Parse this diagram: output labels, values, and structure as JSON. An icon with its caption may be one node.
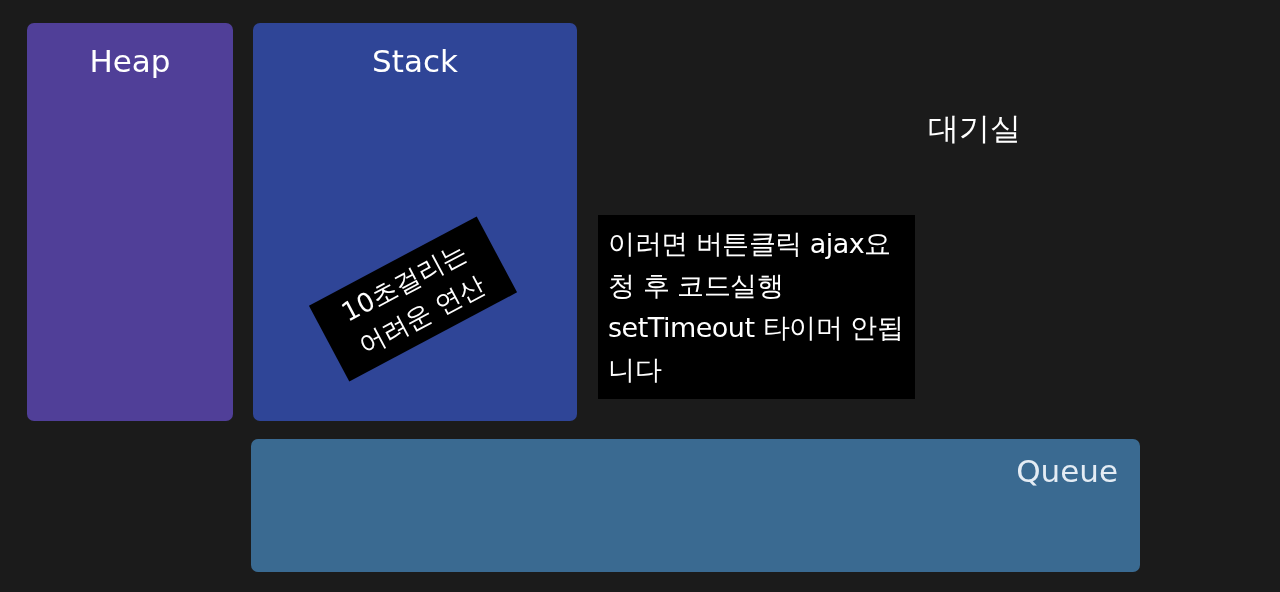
{
  "diagram": {
    "nodes": [
      {
        "text": [
          "Heap"
        ]
      },
      {
        "text": [
          "Stack"
        ]
      },
      {
        "text": [
          "10초걸리는 어려운 연산"
        ],
        "in": 1
      },
      {
        "text": [
          "이러면 버튼클릭 ajax요청 후 코드실행 setTimeout 타이머 안됩니다"
        ]
      },
      {
        "text": [
          "Queue"
        ]
      }
    ],
    "labels": [
      "대기실"
    ]
  }
}
